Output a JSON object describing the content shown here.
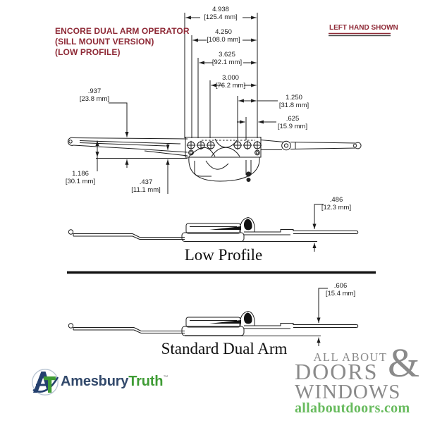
{
  "title_lines": [
    "ENCORE DUAL ARM OPERATOR",
    "(SILL MOUNT VERSION)",
    "(LOW PROFILE)"
  ],
  "hand_note": "LEFT HAND SHOWN",
  "dims": {
    "d4938": {
      "v": "4.938",
      "mm": "[125.4 mm]"
    },
    "d4250": {
      "v": "4.250",
      "mm": "[108.0 mm]"
    },
    "d3625": {
      "v": "3.625",
      "mm": "[92.1 mm]"
    },
    "d3000": {
      "v": "3.000",
      "mm": "[76.2 mm]"
    },
    "d1250": {
      "v": "1.250",
      "mm": "[31.8 mm]"
    },
    "d625": {
      "v": ".625",
      "mm": "[15.9 mm]"
    },
    "d937": {
      "v": ".937",
      "mm": "[23.8 mm]"
    },
    "d1186": {
      "v": "1.186",
      "mm": "[30.1 mm]"
    },
    "d437": {
      "v": ".437",
      "mm": "[11.1 mm]"
    },
    "d486": {
      "v": ".486",
      "mm": "[12.3 mm]"
    },
    "d606": {
      "v": ".606",
      "mm": "[15.4 mm]"
    }
  },
  "captions": {
    "low_profile": "Low Profile",
    "standard": "Standard Dual Arm"
  },
  "amesbury": {
    "name1": "Amesbury",
    "name2": "Truth",
    "tm": "™"
  },
  "aad": {
    "line1": "ALL ABOUT",
    "amp": "&",
    "line2": "DOORS",
    "line3": "WINDOWS",
    "url": "allaboutdoors.com"
  },
  "colors": {
    "maroon": "#8e2936",
    "line": "#1b1b1b",
    "logo_gray": "#8a8a8a",
    "logo_green": "#68bb5e",
    "amesbury_blue": "#32496b",
    "amesbury_green": "#3f9c35"
  }
}
